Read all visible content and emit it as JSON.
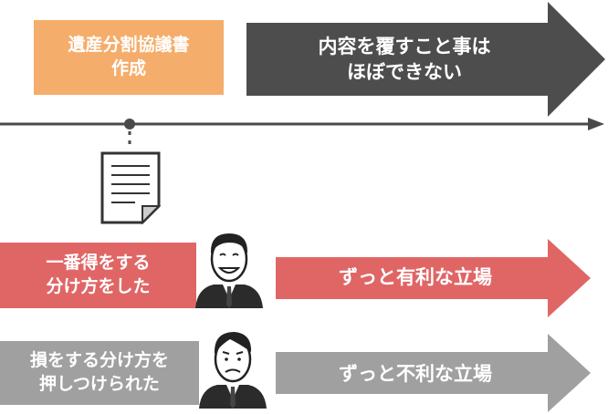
{
  "create_step": {
    "label": "遺産分割協議書\n作成"
  },
  "timeline_arrow": {
    "label": "内容を覆すこと事は\nほぼできない"
  },
  "gain_case": {
    "person_label": "一番得をする\n分け方をした",
    "result_label": "ずっと有利な立場"
  },
  "loss_case": {
    "person_label": "損をする分け方を\n押しつけられた",
    "result_label": "ずっと不利な立場"
  },
  "colors": {
    "orange": "#f5ad6b",
    "dark_gray": "#4d4d4d",
    "red": "#e06666",
    "gray": "#a0a0a0",
    "timeline": "#4a4a4a"
  },
  "icons": {
    "document": "document-icon",
    "happy_person": "smiling-man-icon",
    "sad_person": "worried-man-icon"
  }
}
